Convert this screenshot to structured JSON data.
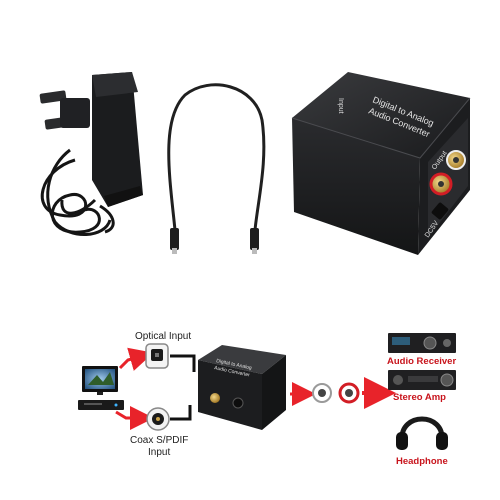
{
  "product_photo": {
    "box_top_line1": "Digital to Analog",
    "box_top_line2": "Audio Converter",
    "input_label": "Input",
    "output_label": "Output",
    "dc_label": "DC5V"
  },
  "diagram": {
    "optical_input_label": "Optical Input",
    "coax_input_label_line1": "Coax S/PDIF",
    "coax_input_label_line2": "Input",
    "small_box_line1": "Digital to Analog",
    "small_box_line2": "Audio Converter",
    "audio_receiver_label": "Audio Receiver",
    "stereo_amp_label": "Stereo Amp",
    "headphone_label": "Headphone"
  },
  "colors": {
    "arrow_red": "#e8232a",
    "label_red": "#c8141c",
    "box_black": "#1d1e20",
    "gold": "#c9a24a"
  }
}
